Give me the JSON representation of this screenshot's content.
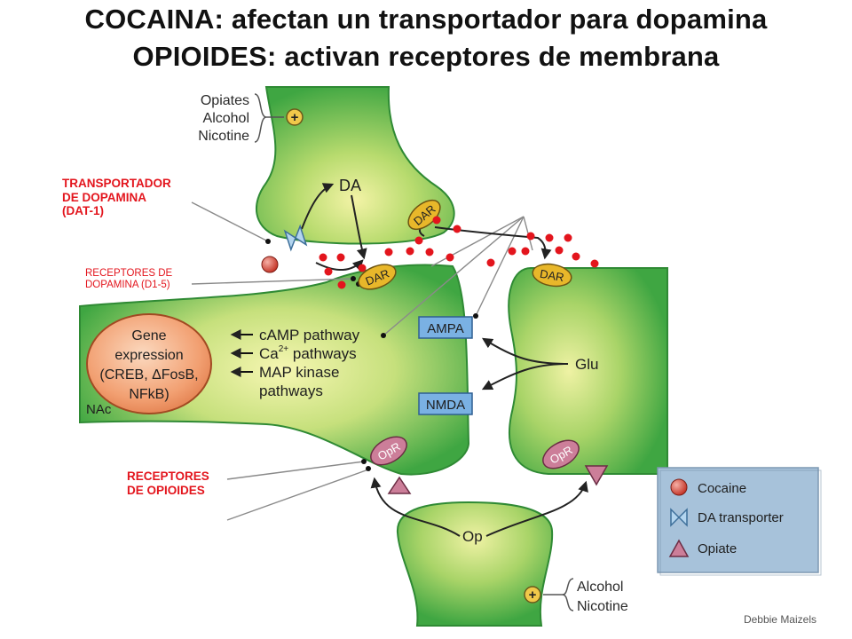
{
  "title": {
    "line1": "COCAINA: afectan un transportador para dopamina",
    "line2": "OPIOIDES: activan receptores de membrana"
  },
  "labels": {
    "transporter_line1": "TRANSPORTADOR",
    "transporter_line2": "DE DOPAMINA",
    "transporter_line3": "(DAT-1)",
    "da_receptors_line1": "RECEPTORES DE",
    "da_receptors_line2": "DOPAMINA (D1-5)",
    "opioid_receptors_line1": "RECEPTORES",
    "opioid_receptors_line2": "DE OPIOIDES"
  },
  "diagram": {
    "top_inputs": [
      "Opiates",
      "Alcohol",
      "Nicotine"
    ],
    "bottom_inputs": [
      "Alcohol",
      "Nicotine"
    ],
    "plus_symbol": "+",
    "da": "DA",
    "dar": "DAR",
    "opr": "OpR",
    "op": "Op",
    "glu": "Glu",
    "ampa": "AMPA",
    "nmda": "NMDA",
    "nac": "NAc",
    "gene_box": [
      "Gene",
      "expression",
      "(CREB, ΔFosB,",
      "NFkB)"
    ],
    "pathways": {
      "camp": "cAMP pathway",
      "ca_prefix": "Ca",
      "ca_sup": "2+",
      "ca_suffix": " pathways",
      "map_line1": "MAP kinase",
      "map_line2": "pathways"
    },
    "legend": [
      "Cocaine",
      "DA transporter",
      "Opiate"
    ],
    "credit": "Debbie Maizels"
  },
  "colors": {
    "neuron_green": "#3fa642",
    "neuron_highlight": "#f3f3a6",
    "red_dot": "#e3151d",
    "receptor_yellow": "#e8b72a",
    "opr_pink": "#cc7e99",
    "legend_box": "#a7c2da",
    "nmda_blue": "#4d84c6"
  }
}
